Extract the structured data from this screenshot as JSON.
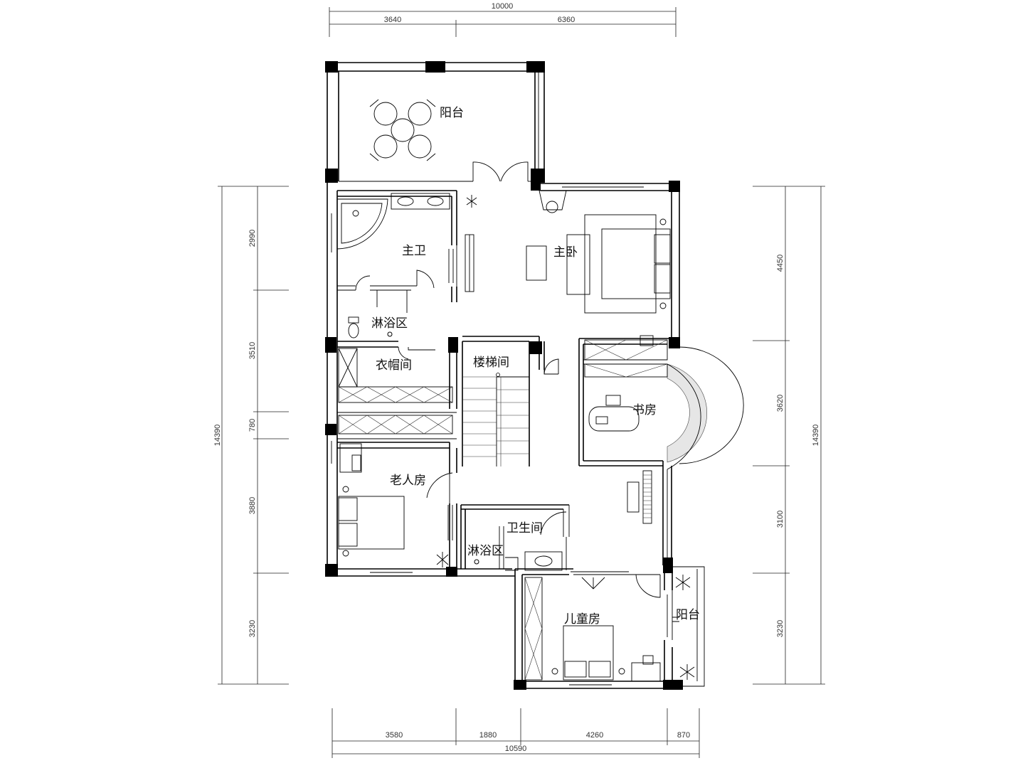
{
  "dimensions": {
    "top_total": "10000",
    "top_segments": [
      "3640",
      "6360"
    ],
    "bottom_total": "10590",
    "bottom_segments": [
      "3580",
      "1880",
      "4260",
      "870"
    ],
    "left_total": "14390",
    "left_segments": [
      "2990",
      "3510",
      "780",
      "3880",
      "3230"
    ],
    "right_total": "14390",
    "right_segments": [
      "4450",
      "3620",
      "3100",
      "3230"
    ]
  },
  "rooms": {
    "balcony_north": "阳台",
    "master_bath": "主卫",
    "master_bedroom": "主卧",
    "shower_1": "淋浴区",
    "cloakroom": "衣帽间",
    "stairwell": "楼梯间",
    "study": "书房",
    "elder_room": "老人房",
    "bathroom": "卫生间",
    "shower_2": "淋浴区",
    "children_room": "儿童房",
    "balcony_east": "阳台"
  }
}
